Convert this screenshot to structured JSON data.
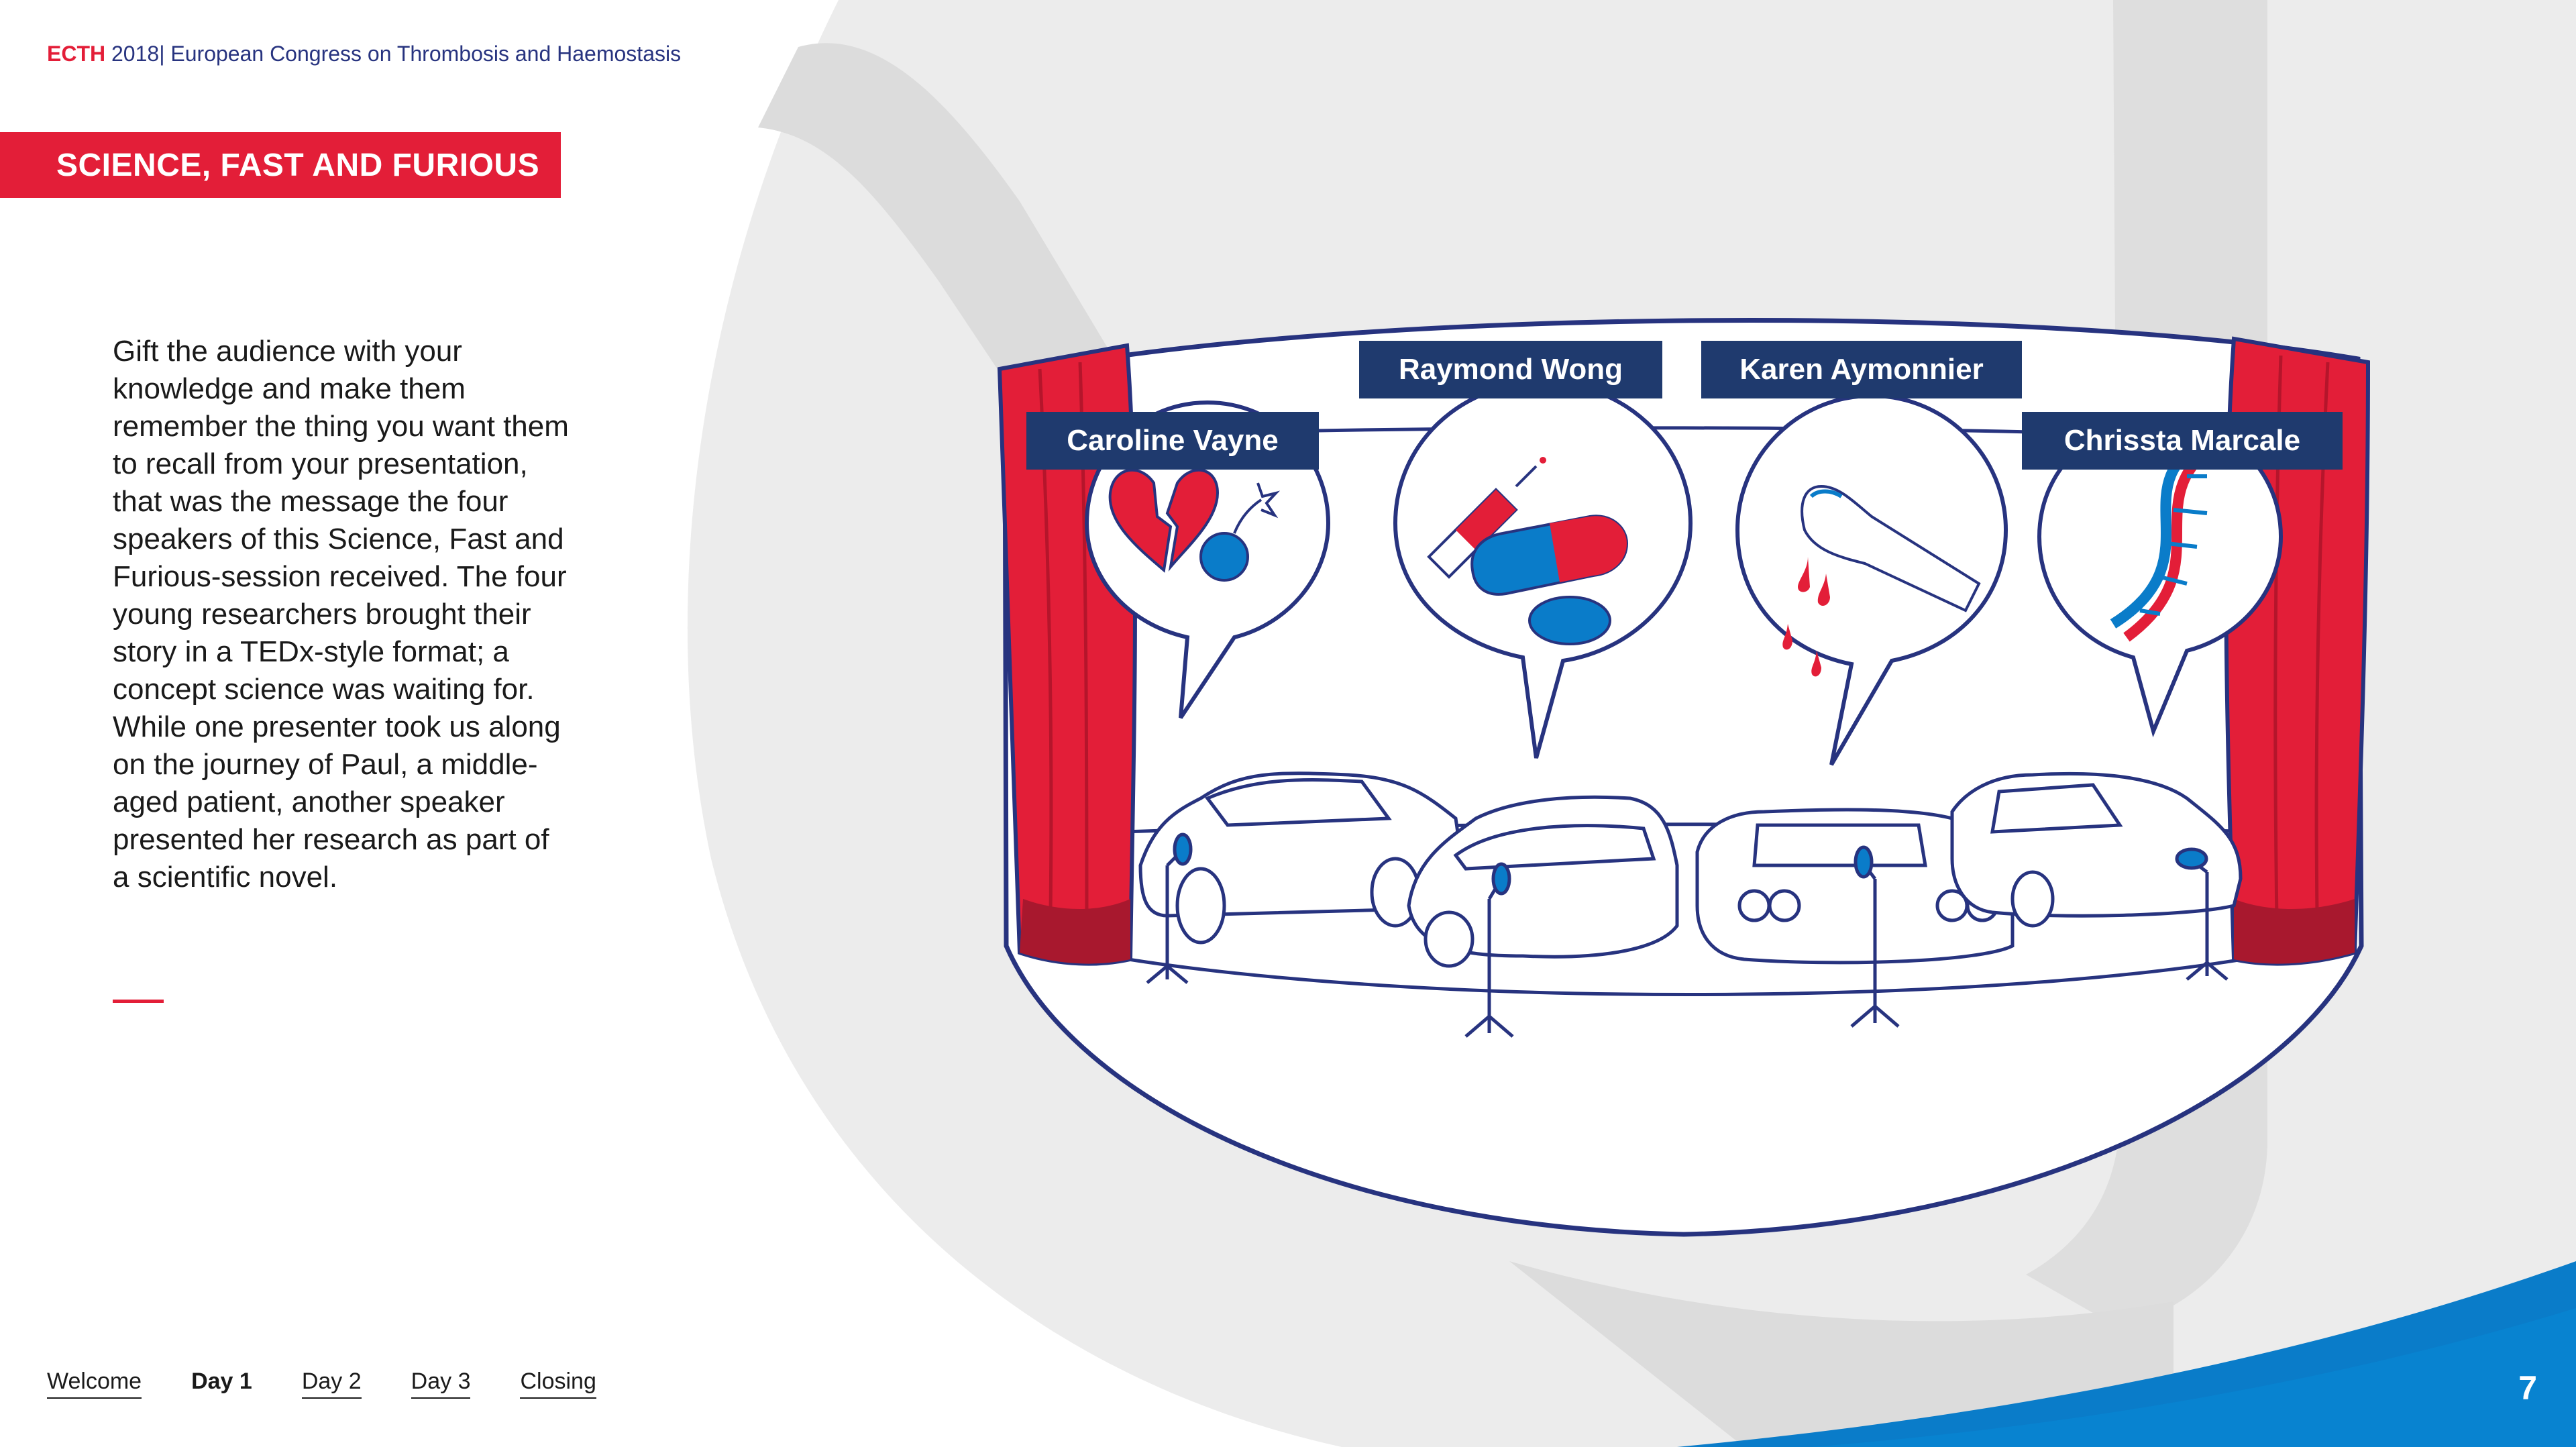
{
  "header": {
    "brand": "ECTH",
    "year": "2018",
    "separator": "|",
    "event": "European Congress on Thrombosis and Haemostasis"
  },
  "section": {
    "title": "SCIENCE, FAST AND FURIOUS"
  },
  "body": {
    "text": "Gift the audience with your knowledge and make them remember the thing you want them to recall from your presentation, that was the message the four speakers of this Science, Fast and Furious-session received. The four young researchers brought their story in a TEDx-style format; a concept science was waiting for. While one presenter took us along on the journey of Paul, a middle-aged patient, another speaker presented her research as part of a scientific novel."
  },
  "speakers": [
    {
      "name": "Caroline Vayne",
      "topic_icon": "broken-heart-bomb-icon"
    },
    {
      "name": "Raymond Wong",
      "topic_icon": "syringe-pills-icon"
    },
    {
      "name": "Karen Aymonnier",
      "topic_icon": "bleeding-finger-icon"
    },
    {
      "name": "Chrissta Marcale",
      "topic_icon": "dna-icon"
    }
  ],
  "nav": {
    "items": [
      {
        "label": "Welcome",
        "current": false
      },
      {
        "label": "Day 1",
        "current": true
      },
      {
        "label": "Day 2",
        "current": false
      },
      {
        "label": "Day 3",
        "current": false
      },
      {
        "label": "Closing",
        "current": false
      }
    ]
  },
  "page": {
    "number": "7"
  },
  "colors": {
    "brand_red": "#e31e38",
    "navy": "#27337f",
    "tag_navy": "#1f3a6e",
    "accent_blue": "#0a7cc9",
    "grey_bg": "#ebebeb"
  }
}
